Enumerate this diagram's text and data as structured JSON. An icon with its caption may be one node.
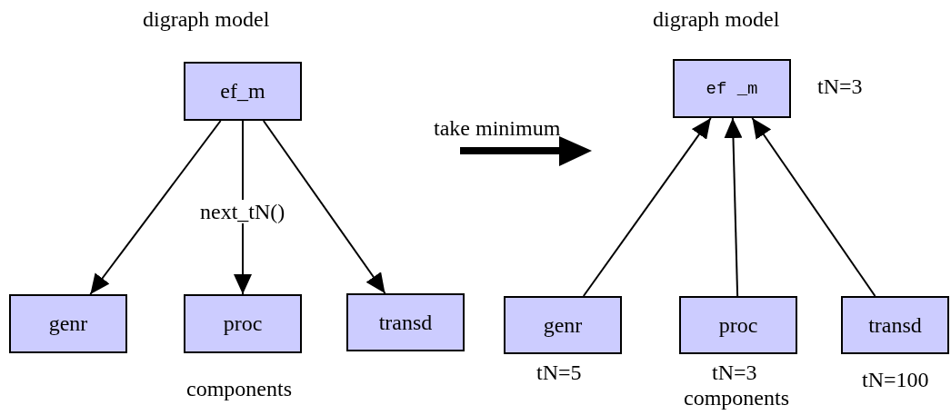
{
  "diagram": {
    "nodes": [
      {
        "text": [
          "ef_m"
        ]
      },
      {
        "text": [
          "genr"
        ]
      },
      {
        "text": [
          "proc"
        ]
      },
      {
        "text": [
          "transd"
        ]
      },
      {
        "text": [
          "ef _m"
        ],
        "beside": [
          "tN=3"
        ]
      },
      {
        "text": [
          "genr"
        ],
        "beside": [
          "tN=5"
        ]
      },
      {
        "text": [
          "proc"
        ],
        "beside": [
          "tN=3"
        ]
      },
      {
        "text": [
          "transd"
        ],
        "beside": [
          "tN=100"
        ]
      }
    ],
    "edges": [
      {
        "from": 0,
        "to": 1,
        "arrow": "to"
      },
      {
        "from": 0,
        "to": 2,
        "arrow": "to",
        "label": "next_tN()"
      },
      {
        "from": 0,
        "to": 3,
        "arrow": "to"
      },
      {
        "from": 5,
        "to": 4,
        "arrow": "to"
      },
      {
        "from": 6,
        "to": 4,
        "arrow": "to"
      },
      {
        "from": 7,
        "to": 4,
        "arrow": "to"
      }
    ],
    "labels": [
      "digraph model",
      "digraph model",
      "take minimum",
      "components",
      "components"
    ]
  }
}
